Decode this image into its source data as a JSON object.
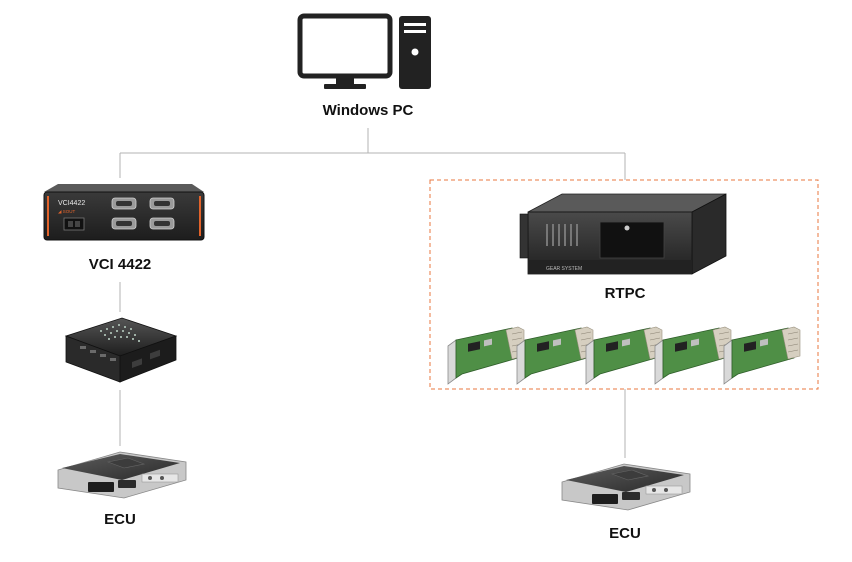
{
  "nodes": {
    "windows_pc": {
      "label": "Windows PC"
    },
    "vci": {
      "label": "VCI 4422",
      "device_text": "VCI4422",
      "brand_text": "◢ SOUT"
    },
    "rtpc": {
      "label": "RTPC",
      "chassis_text": "GEAR SYSTEM"
    },
    "ecu_left": {
      "label": "ECU"
    },
    "ecu_right": {
      "label": "ECU"
    }
  },
  "colors": {
    "connector_line": "#b3b3b3",
    "group_border": "#e8773f",
    "label_text": "#111111",
    "pc_icon": "#222222",
    "vci_accent": "#e2632b",
    "io_board": "#4f8f46"
  },
  "icons": {
    "pc": "desktop-pc-icon",
    "vci": "vci-interface-device",
    "breakout": "breakout-box-device",
    "rtpc": "rack-mount-pc",
    "io_board": "io-card",
    "ecu": "ecu-module"
  },
  "rtpc_io_card_count": 5
}
